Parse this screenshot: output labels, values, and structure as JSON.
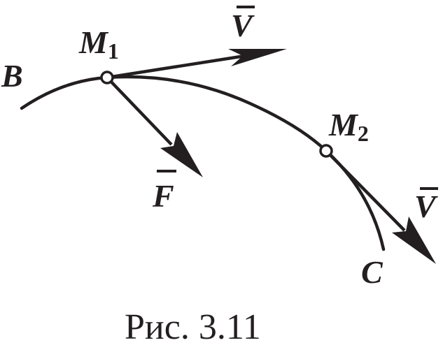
{
  "diagram": {
    "labels": {
      "point_b": "B",
      "point_c": "C",
      "m1_letter": "M",
      "m1_index": "1",
      "m2_letter": "M",
      "m2_index": "2",
      "velocity_1": "V",
      "velocity_2": "V",
      "force": "F"
    },
    "caption": "Рис. 3.11",
    "colors": {
      "ink": "#231f20",
      "background": "#ffffff"
    }
  }
}
